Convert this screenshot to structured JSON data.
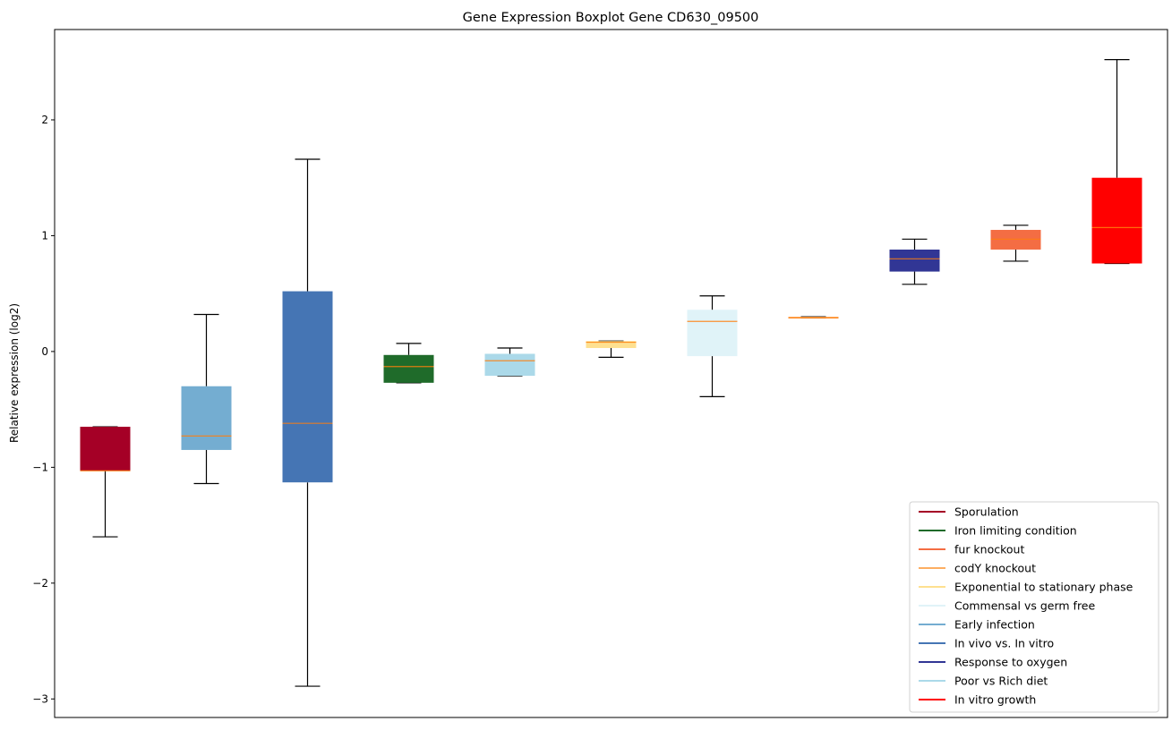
{
  "chart_data": {
    "type": "box",
    "title": "Gene Expression Boxplot Gene CD630_09500",
    "xlabel": "",
    "ylabel": "Relative expression (log2)",
    "ylim": [
      -3.16,
      2.78
    ],
    "yticks": [
      2,
      1,
      0,
      -1,
      -2,
      -3
    ],
    "ytick_labels": [
      "2",
      "1",
      "0",
      "−1",
      "−2",
      "−3"
    ],
    "grid": false,
    "legend_position": "bottom-right",
    "median_color": "#ff7f0e",
    "boxes": [
      {
        "name": "Sporulation",
        "color": "#a50026",
        "whislo": -1.6,
        "q1": -1.03,
        "med": -1.03,
        "q3": -0.65,
        "whishi": -0.65
      },
      {
        "name": "Early infection",
        "color": "#74add1",
        "whislo": -1.14,
        "q1": -0.85,
        "med": -0.73,
        "q3": -0.3,
        "whishi": 0.32
      },
      {
        "name": "In vivo vs. In vitro",
        "color": "#4575b4",
        "whislo": -2.89,
        "q1": -1.13,
        "med": -0.62,
        "q3": 0.52,
        "whishi": 1.66
      },
      {
        "name": "Iron limiting condition",
        "color": "#1f6b2a",
        "whislo": -0.27,
        "q1": -0.27,
        "med": -0.13,
        "q3": -0.03,
        "whishi": 0.07
      },
      {
        "name": "Poor vs Rich diet",
        "color": "#abd9e9",
        "whislo": -0.21,
        "q1": -0.21,
        "med": -0.08,
        "q3": -0.02,
        "whishi": 0.03
      },
      {
        "name": "Exponential to stationary phase",
        "color": "#fee090",
        "whislo": -0.05,
        "q1": 0.03,
        "med": 0.08,
        "q3": 0.09,
        "whishi": 0.09
      },
      {
        "name": "Commensal vs germ free",
        "color": "#e0f3f8",
        "whislo": -0.39,
        "q1": -0.04,
        "med": 0.26,
        "q3": 0.36,
        "whishi": 0.48
      },
      {
        "name": "codY knockout",
        "color": "#fdae61",
        "whislo": 0.29,
        "q1": 0.29,
        "med": 0.29,
        "q3": 0.3,
        "whishi": 0.3
      },
      {
        "name": "Response to oxygen",
        "color": "#313695",
        "whislo": 0.58,
        "q1": 0.69,
        "med": 0.8,
        "q3": 0.88,
        "whishi": 0.97
      },
      {
        "name": "fur knockout",
        "color": "#f46d43",
        "whislo": 0.78,
        "q1": 0.88,
        "med": 0.97,
        "q3": 1.05,
        "whishi": 1.09
      },
      {
        "name": "In vitro growth",
        "color": "#ff0000",
        "whislo": 0.76,
        "q1": 0.76,
        "med": 1.07,
        "q3": 1.5,
        "whishi": 2.52
      }
    ],
    "legend": [
      {
        "label": "Sporulation",
        "color": "#a50026"
      },
      {
        "label": "Iron limiting condition",
        "color": "#1f6b2a"
      },
      {
        "label": "fur knockout",
        "color": "#f46d43"
      },
      {
        "label": "codY knockout",
        "color": "#fdae61"
      },
      {
        "label": "Exponential to stationary phase",
        "color": "#fee090"
      },
      {
        "label": "Commensal vs germ free",
        "color": "#e0f3f8"
      },
      {
        "label": "Early infection",
        "color": "#74add1"
      },
      {
        "label": "In vivo vs. In vitro",
        "color": "#4575b4"
      },
      {
        "label": "Response to oxygen",
        "color": "#313695"
      },
      {
        "label": "Poor vs Rich diet",
        "color": "#abd9e9"
      },
      {
        "label": "In vitro growth",
        "color": "#ff0000"
      }
    ]
  }
}
